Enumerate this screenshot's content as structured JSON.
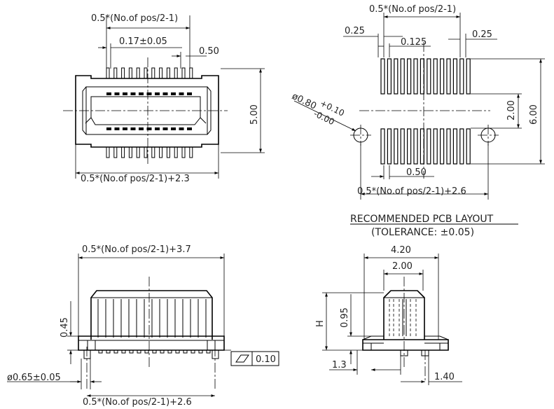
{
  "top_view": {
    "dim_top": "0.5*(No.of pos/2-1)",
    "dim_pin_width": "0.17±0.05",
    "dim_pitch": "0.50",
    "dim_height": "5.00",
    "dim_bottom": "0.5*(No.of pos/2-1)+2.3"
  },
  "pcb_layout": {
    "dim_top": "0.5*(No.of pos/2-1)",
    "dim_left_pad": "0.25",
    "dim_gap": "0.125",
    "dim_right_pad": "0.25",
    "dim_hole_main": "ø0.80",
    "dim_hole_plus": "+0.10",
    "dim_hole_minus": "-0.00",
    "dim_row_gap": "2.00",
    "dim_total_height": "6.00",
    "dim_pitch": "0.50",
    "dim_bottom": "0.5*(No.of pos/2-1)+2.6",
    "title": "RECOMMENDED PCB LAYOUT",
    "tolerance": "(TOLERANCE: ±0.05)"
  },
  "front_view": {
    "dim_top": "0.5*(No.of pos/2-1)+3.7",
    "dim_height": "0.45",
    "dim_peg": "ø0.65±0.05",
    "dim_bottom": "0.5*(No.of pos/2-1)+2.6",
    "flatness_value": "0.10"
  },
  "side_view": {
    "dim_width": "4.20",
    "dim_inner": "2.00",
    "dim_h": "H",
    "dim_095": "0.95",
    "dim_13": "1.3",
    "dim_140": "1.40"
  }
}
